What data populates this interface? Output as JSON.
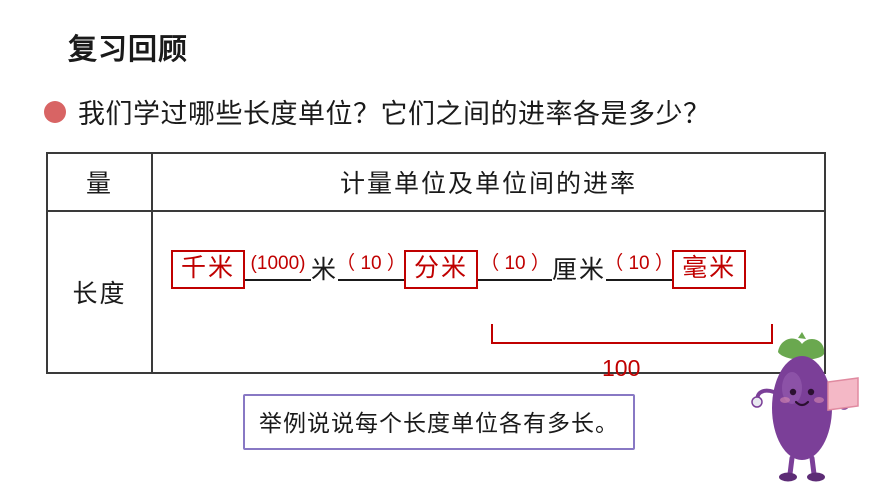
{
  "slide": {
    "title": "复习回顾",
    "question": "我们学过哪些长度单位？它们之间的进率各是多少？",
    "bullet_color": "#d86464",
    "table": {
      "header": {
        "left": "量",
        "right": "计量单位及单位间的进率"
      },
      "body": {
        "left": "长度",
        "units": [
          {
            "label": "千米",
            "boxed": true
          },
          {
            "label": "米",
            "boxed": false
          },
          {
            "label": "分米",
            "boxed": true
          },
          {
            "label": "厘米",
            "boxed": false
          },
          {
            "label": "毫米",
            "boxed": true
          }
        ],
        "factors": [
          "(1000)",
          "（ 10 ）",
          "（ 10 ）",
          "（ 10 ）"
        ],
        "brace_value": "100"
      }
    },
    "callout": "举例说说每个长度单位各有多长。",
    "colors": {
      "red": "#c00000",
      "border": "#3a3a3a",
      "callout_border": "#8878c4",
      "eggplant_body": "#7b3f98",
      "eggplant_leaf": "#6aa84f",
      "card": "#f4b8c6"
    }
  }
}
